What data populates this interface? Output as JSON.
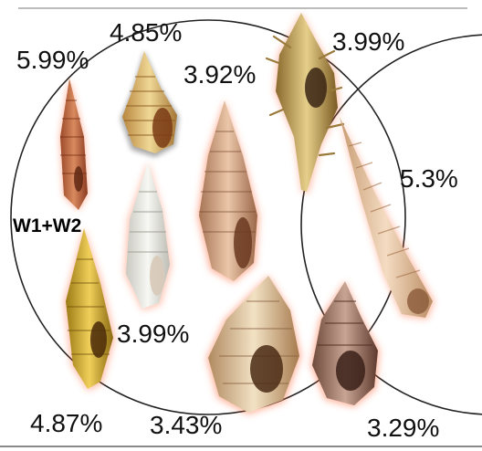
{
  "group_label": "W1+W2",
  "percentages": [
    "4.85%",
    "5.99%",
    "3.92%",
    "3.99%",
    "5.3%",
    "3.99%",
    "4.87%",
    "3.43%",
    "3.29%"
  ],
  "colors": {
    "circle_stroke": "#222222",
    "shell_glow": "#ff6a3a",
    "border_line": "#9a9a9a"
  },
  "shells": [
    "reddish-turrid-shell",
    "striped-whelk-shell",
    "spiny-murex-shell",
    "white-ribbed-shell",
    "tan-turrid-shell",
    "auger-shell",
    "yellow-spindle-shell",
    "cream-frog-shell",
    "brown-ribbed-whelk-shell"
  ]
}
